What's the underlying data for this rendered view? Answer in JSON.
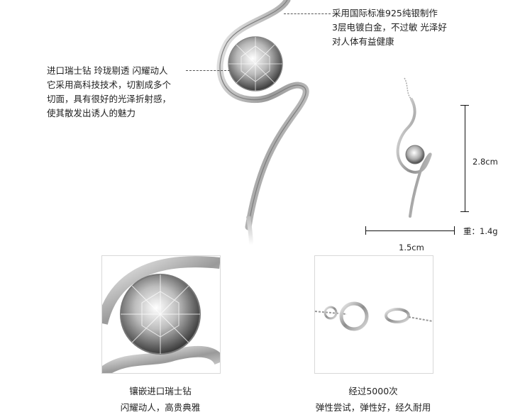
{
  "colors": {
    "silver": "#c9c9c9",
    "metal_dark": "#8a8a8a",
    "border": "#d8d8d8",
    "text": "#222222"
  },
  "top_right_note": {
    "lines": [
      "采用国际标准925纯银制作",
      "3层电镀白金，不过敏  光泽好",
      "对人体有益健康"
    ]
  },
  "left_note": {
    "lines": [
      "进口瑞士钻 玲珑剔透 闪耀动人",
      "它采用高科技技术，切割成多个",
      "切面，具有很好的光泽折射感，",
      "使其散发出诱人的魅力"
    ]
  },
  "dimensions": {
    "height": "2.8cm",
    "width": "1.5cm",
    "weight": "重：1.4g"
  },
  "captions": {
    "stone": [
      "镶嵌进口瑞士钻",
      "闪耀动人，高贵典雅"
    ],
    "clasp": [
      "经过5000次",
      "弹性尝试，弹性好，经久耐用"
    ]
  }
}
